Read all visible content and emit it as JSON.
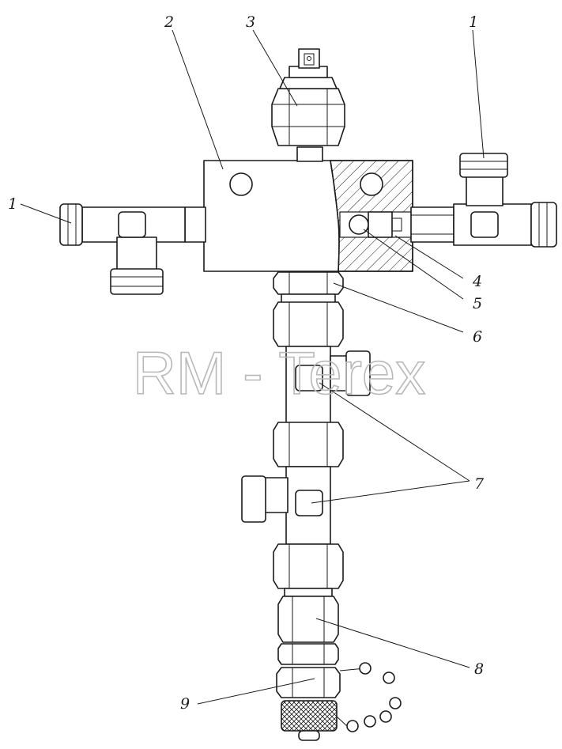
{
  "watermark": "RM - Terex",
  "callouts": {
    "c1_left": "1",
    "c1_right": "1",
    "c2": "2",
    "c3": "3",
    "c4": "4",
    "c5": "5",
    "c6": "6",
    "c7": "7",
    "c8": "8",
    "c9": "9"
  }
}
